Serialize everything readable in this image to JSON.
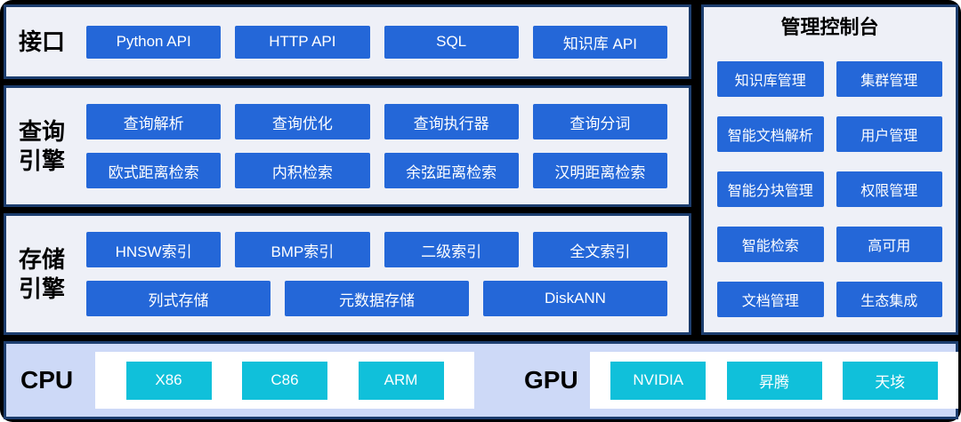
{
  "colors": {
    "canvas_bg": "#000000",
    "panel_bg": "#eef0f7",
    "panel_border": "#1c3d6e",
    "block_blue": "#2467d8",
    "block_text": "#ffffff",
    "label_text": "#000000",
    "hardware_bg": "#cdd9f7",
    "hardware_box_bg": "#ffffff",
    "block_cyan": "#10c0da"
  },
  "interface": {
    "label": "接口",
    "items": [
      "Python API",
      "HTTP API",
      "SQL",
      "知识库 API"
    ]
  },
  "query_engine": {
    "label_lines": [
      "查询",
      "引擎"
    ],
    "rows": [
      [
        "查询解析",
        "查询优化",
        "查询执行器",
        "查询分词"
      ],
      [
        "欧式距离检索",
        "内积检索",
        "余弦距离检索",
        "汉明距离检索"
      ]
    ]
  },
  "storage_engine": {
    "label_lines": [
      "存储",
      "引擎"
    ],
    "rows": [
      [
        "HNSW索引",
        "BMP索引",
        "二级索引",
        "全文索引"
      ],
      [
        "列式存储",
        "元数据存储",
        "DiskANN"
      ]
    ]
  },
  "console": {
    "title": "管理控制台",
    "items": [
      "知识库管理",
      "集群管理",
      "智能文档解析",
      "用户管理",
      "智能分块管理",
      "权限管理",
      "智能检索",
      "高可用",
      "文档管理",
      "生态集成"
    ]
  },
  "hardware": {
    "cpu_label": "CPU",
    "cpu_items": [
      "X86",
      "C86",
      "ARM"
    ],
    "gpu_label": "GPU",
    "gpu_items": [
      "NVIDIA",
      "昇腾",
      "天垓"
    ]
  }
}
